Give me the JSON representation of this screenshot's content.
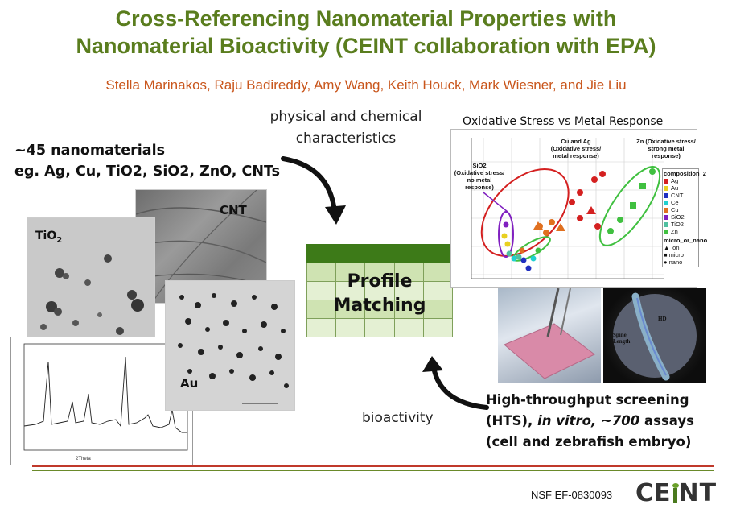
{
  "title": {
    "line1": "Cross-Referencing Nanomaterial Properties with",
    "line2": "Nanomaterial Bioactivity (CEINT collaboration with EPA)"
  },
  "authors": "Stella Marinakos, Raju Badireddy, Amy Wang, Keith Houck, Mark Wiesner, and Jie Liu",
  "left_text": {
    "line1": "~45 nanomaterials",
    "line2": "eg. Ag, Cu, TiO2, SiO2, ZnO, CNTs"
  },
  "images": {
    "tio2_label_base": "TiO",
    "tio2_label_sub": "2",
    "cnt_label": "CNT",
    "au_label": "Au"
  },
  "physchem": {
    "line1": "physical and chemical",
    "line2": "characteristics"
  },
  "profile": {
    "line1": "Profile",
    "line2": "Matching"
  },
  "bioactivity": "bioactivity",
  "hts": {
    "line1": "High-throughput screening",
    "line2_a": "(HTS), ",
    "line2_b": "in vitro, ~700",
    "line2_c": " assays",
    "line3": "(cell and zebrafish embryo)"
  },
  "chart": {
    "title": "Oxidative Stress vs Metal Response",
    "ann_sio2": [
      "SiO2",
      "(Oxidative stress/",
      "no metal response)"
    ],
    "ann_cuag": [
      "Cu and Ag",
      "(Oxidative stress/",
      "metal response)"
    ],
    "ann_zn": [
      "Zn (Oxidative stress/",
      "strong metal response)"
    ],
    "legend_title1": "composition_2",
    "legend_items": [
      "Ag",
      "Au",
      "CNT",
      "Ce",
      "Cu",
      "SiO2",
      "TiO2",
      "Zn"
    ],
    "legend_colors": [
      "#d42020",
      "#e8d020",
      "#2030c0",
      "#20d0d0",
      "#e07020",
      "#8020c0",
      "#50c0a0",
      "#40c040"
    ],
    "legend_title2": "micro_or_nano",
    "legend_items2": [
      "ion",
      "micro",
      "nano"
    ]
  },
  "zebrafish": {
    "hd": "HD",
    "spine1": "Spine",
    "spine2": "Length"
  },
  "footer": {
    "grant": "NSF EF-0830093",
    "logo_text_a": "CE",
    "logo_text_b": "NT"
  },
  "colors": {
    "title": "#5a7d1e",
    "authors": "#c9561c",
    "rule_red": "#c0392b",
    "rule_green": "#6a8a2a"
  }
}
